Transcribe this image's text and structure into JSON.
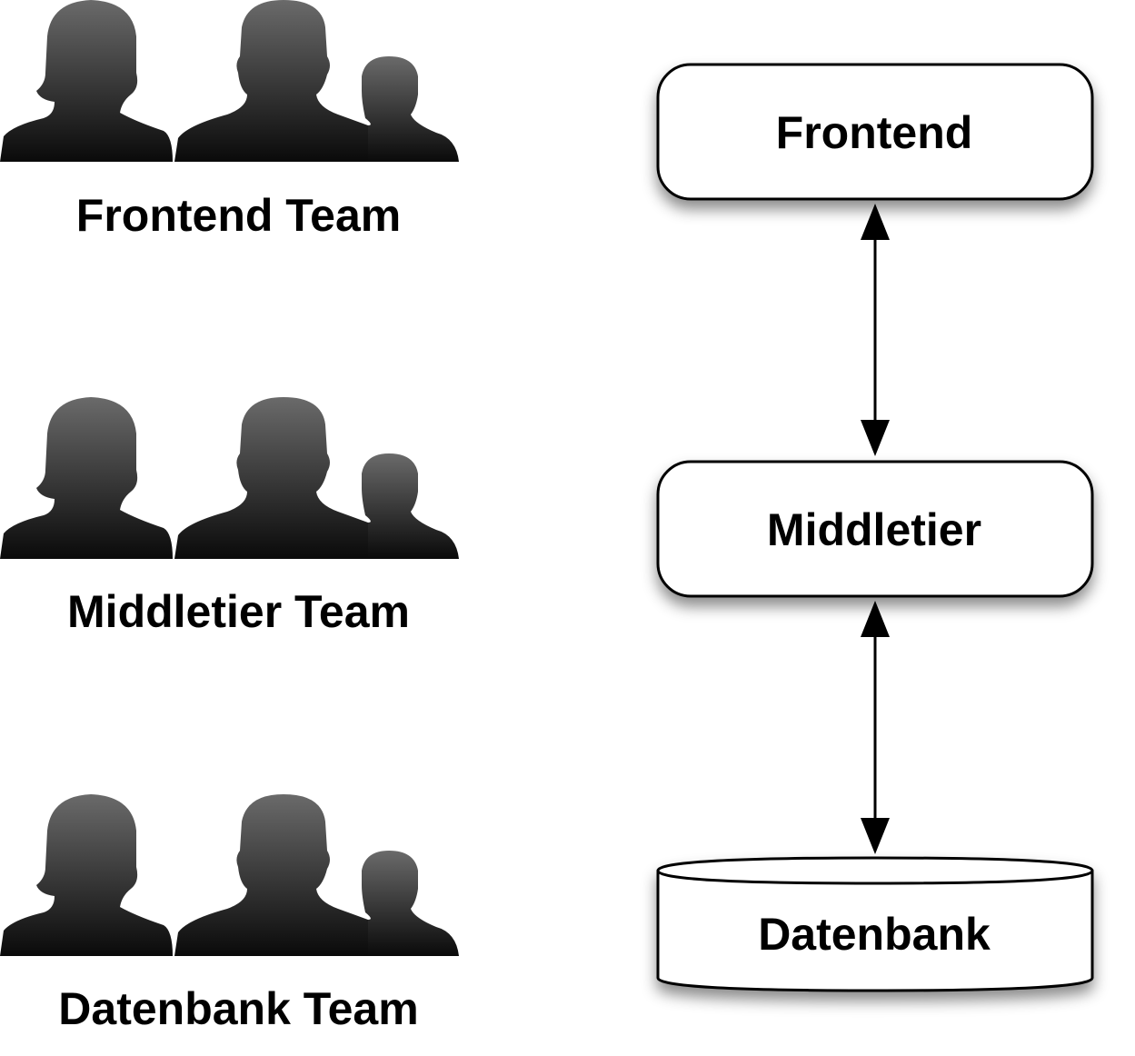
{
  "teams": [
    {
      "label": "Frontend Team"
    },
    {
      "label": "Middletier Team"
    },
    {
      "label": "Datenbank Team"
    }
  ],
  "nodes": {
    "frontend": "Frontend",
    "middletier": "Middletier",
    "database": "Datenbank"
  },
  "colors": {
    "stroke": "#000000",
    "fill": "#ffffff",
    "silhouette_top": "#6a6a6a",
    "silhouette_bottom": "#0a0a0a"
  }
}
